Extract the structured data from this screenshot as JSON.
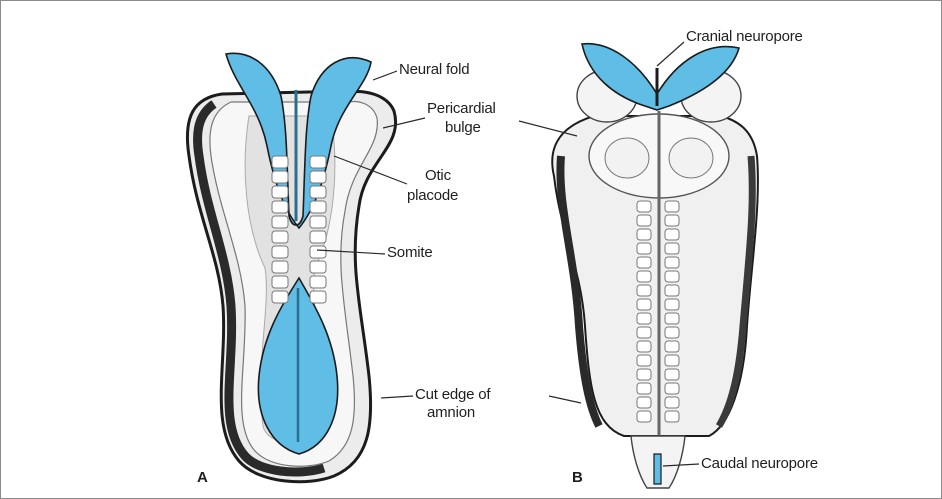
{
  "panels": {
    "a": "A",
    "b": "B"
  },
  "labels": {
    "neural_fold": "Neural fold",
    "pericardial_bulge_1": "Pericardial",
    "pericardial_bulge_2": "bulge",
    "otic_placode_1": "Otic",
    "otic_placode_2": "placode",
    "somite": "Somite",
    "cut_edge_1": "Cut edge of",
    "cut_edge_2": "amnion",
    "cranial_neuropore": "Cranial neuropore",
    "caudal_neuropore": "Caudal neuropore"
  },
  "colors": {
    "neural_tissue": "#5fbde6",
    "outline": "#1c1c1c",
    "shading": "#9a9a9a"
  }
}
